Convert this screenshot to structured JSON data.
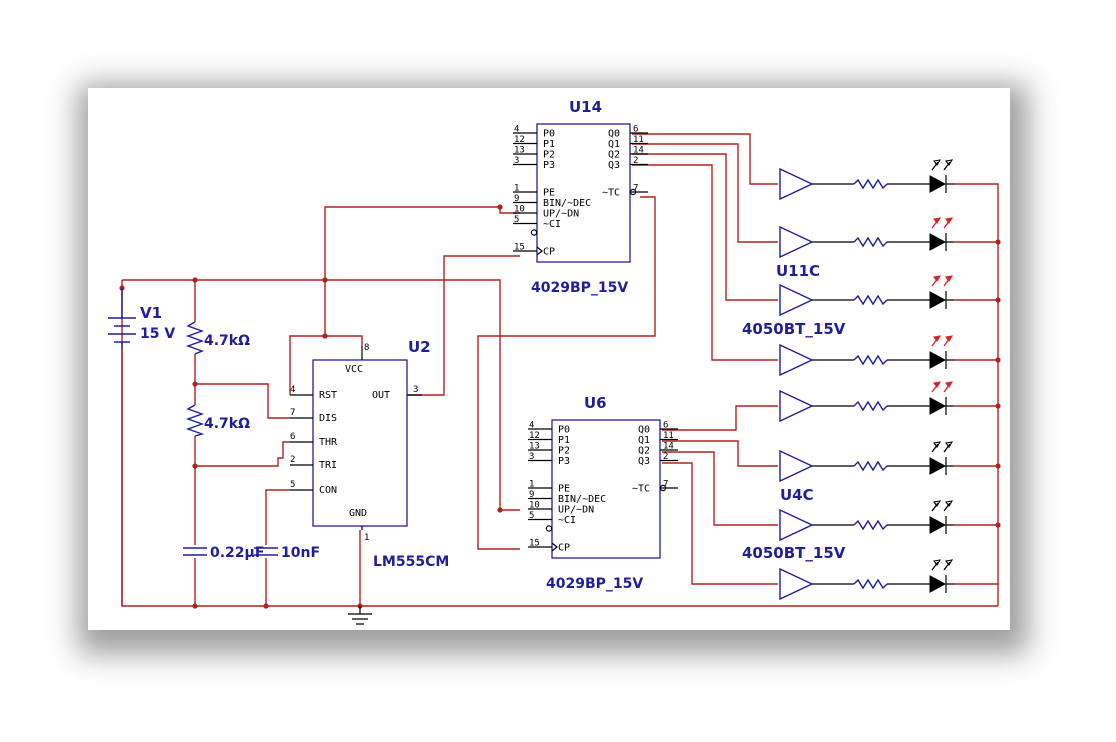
{
  "colors": {
    "wire": "#b0221e",
    "component": "#1f1f9a",
    "led_active": "#e02020",
    "led_idle": "#000000"
  },
  "source": {
    "ref": "V1",
    "value": "15 V"
  },
  "resistors": {
    "r1": "4.7kΩ",
    "r2": "4.7kΩ"
  },
  "capacitors": {
    "c1": "0.22µF",
    "c2": "10nF"
  },
  "timer": {
    "ref": "U2",
    "part": "LM555CM",
    "pins": {
      "vcc": "VCC",
      "rst": "RST",
      "dis": "DIS",
      "thr": "THR",
      "tri": "TRI",
      "con": "CON",
      "out": "OUT",
      "gnd": "GND"
    },
    "pin_numbers": {
      "vcc": "8",
      "rst": "4",
      "dis": "7",
      "thr": "6",
      "tri": "2",
      "con": "5",
      "out": "3",
      "gnd": "1"
    }
  },
  "counters": [
    {
      "ref": "U14",
      "part": "4029BP_15V",
      "left_pins": [
        "P0",
        "P1",
        "P2",
        "P3",
        "PE",
        "BIN/~DEC",
        "UP/~DN",
        "~CI",
        "CP"
      ],
      "left_numbers": [
        "4",
        "12",
        "13",
        "3",
        "1",
        "9",
        "10",
        "5",
        "15"
      ],
      "right_pins": [
        "Q0",
        "Q1",
        "Q2",
        "Q3",
        "~TC"
      ],
      "right_numbers": [
        "6",
        "11",
        "14",
        "2",
        "7"
      ]
    },
    {
      "ref": "U6",
      "part": "4029BP_15V",
      "left_pins": [
        "P0",
        "P1",
        "P2",
        "P3",
        "PE",
        "BIN/~DEC",
        "UP/~DN",
        "~CI",
        "CP"
      ],
      "left_numbers": [
        "4",
        "12",
        "13",
        "3",
        "1",
        "9",
        "10",
        "5",
        "15"
      ],
      "right_pins": [
        "Q0",
        "Q1",
        "Q2",
        "Q3",
        "~TC"
      ],
      "right_numbers": [
        "6",
        "11",
        "14",
        "2",
        "7"
      ]
    }
  ],
  "buffers": [
    {
      "ref": "U11C",
      "part": "4050BT_15V"
    },
    {
      "ref": "U4C",
      "part": "4050BT_15V"
    }
  ],
  "led_states": [
    0,
    1,
    1,
    1,
    1,
    0,
    0,
    0
  ]
}
